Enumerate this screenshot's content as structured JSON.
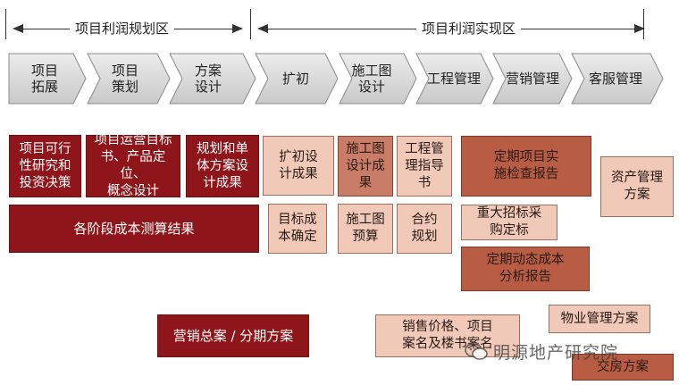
{
  "phases": [
    {
      "label": "项目利润规划区"
    },
    {
      "label": "项目利润实现区"
    }
  ],
  "stages": [
    {
      "label": "项目\n拓展"
    },
    {
      "label": "项目\n策划"
    },
    {
      "label": "方案\n设计"
    },
    {
      "label": "扩初"
    },
    {
      "label": "施工图\n设计"
    },
    {
      "label": "工程管理"
    },
    {
      "label": "营销管理"
    },
    {
      "label": "客服管理"
    }
  ],
  "boxes": {
    "feasibility": "项目可行\n性研究和\n投资决策",
    "operation_targets": "项目运营目标\n书、产品定位、\n概念设计",
    "planning_design": "规划和单\n体方案设\n计成果",
    "cost_results": "各阶段成本测算结果",
    "marketing_plan": "营销总案 / 分期方案",
    "prelim_design": "扩初设\n计成果",
    "target_cost": "目标成\n本确定",
    "construction_design": "施工图\n设计成\n果",
    "construction_budget": "施工图\n预算",
    "eng_guide": "工程管\n理指导\n书",
    "contract_plan": "合约\n规划",
    "periodic_report": "定期项目实\n施检查报告",
    "tender": "重大招标采\n购定标",
    "dynamic_cost": "定期动态成本\n分析报告",
    "sales_price": "销售价格、项目\n案名及楼书案名",
    "asset_plan": "资产管理\n方案",
    "property_plan": "物业管理方案",
    "delivery_plan": "交房方案"
  },
  "watermark": "明源地产研究院",
  "colors": {
    "dark": "#8e1519",
    "light": "#f0c9b9",
    "mid": "#c97d66",
    "rust": "#b85d44",
    "chevron": "#d9d9d9"
  }
}
